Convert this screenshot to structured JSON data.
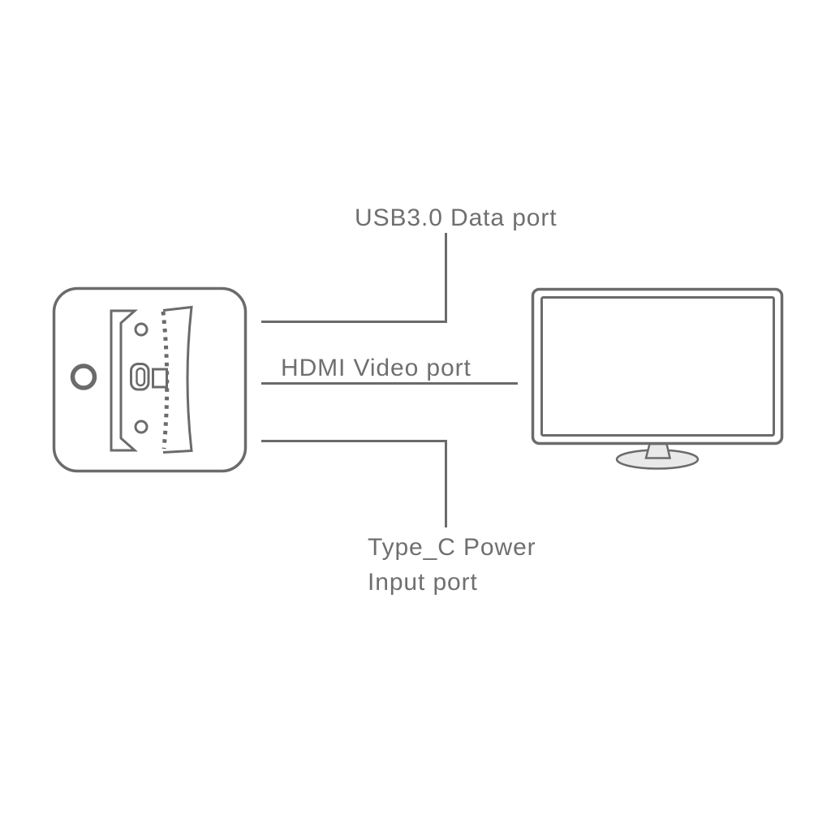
{
  "colors": {
    "background": "#ffffff",
    "line": "#6b6b6b",
    "text": "#6f6f6f",
    "stand_fill": "#e9e9e9"
  },
  "labels": {
    "usb_data_port": "USB3.0 Data port",
    "hdmi_video_port": "HDMI Video port",
    "typec_power_line1": "Type_C Power",
    "typec_power_line2": "Input port"
  },
  "illustrations": {
    "dock": "dock-device-top-view",
    "monitor": "tv-monitor-with-stand"
  }
}
